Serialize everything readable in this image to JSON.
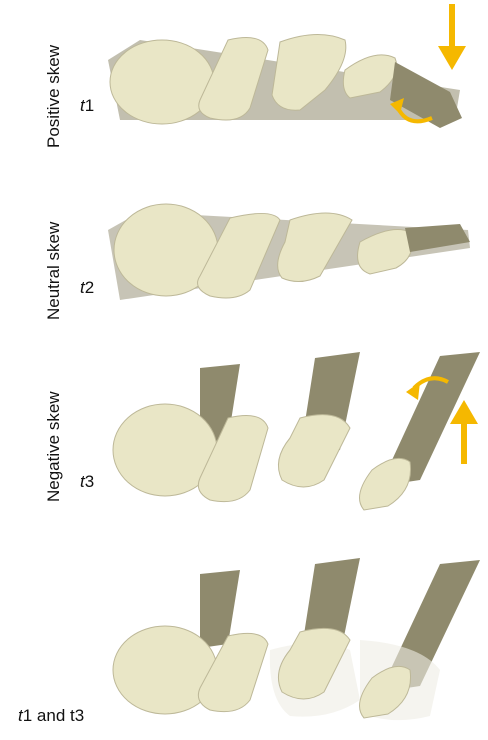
{
  "rows": [
    {
      "skew_label": "Positive skew",
      "t_label_italic": "t",
      "t_label_rest": "1"
    },
    {
      "skew_label": "Neutral skew",
      "t_label_italic": "t",
      "t_label_rest": "2"
    },
    {
      "skew_label": "Negative skew",
      "t_label_italic": "t",
      "t_label_rest": "3"
    },
    {
      "skew_label": "",
      "t_label_italic": "t",
      "t_label_rest": "1 and t3"
    }
  ],
  "colors": {
    "bone_fill": "#e9e6c6",
    "bone_shadow": "#b9b496",
    "shaft": "#8f8a6d",
    "arrow": "#f5b800"
  },
  "icons": [
    "down-arrow-icon",
    "rotation-arrow-icon",
    "up-arrow-icon"
  ]
}
